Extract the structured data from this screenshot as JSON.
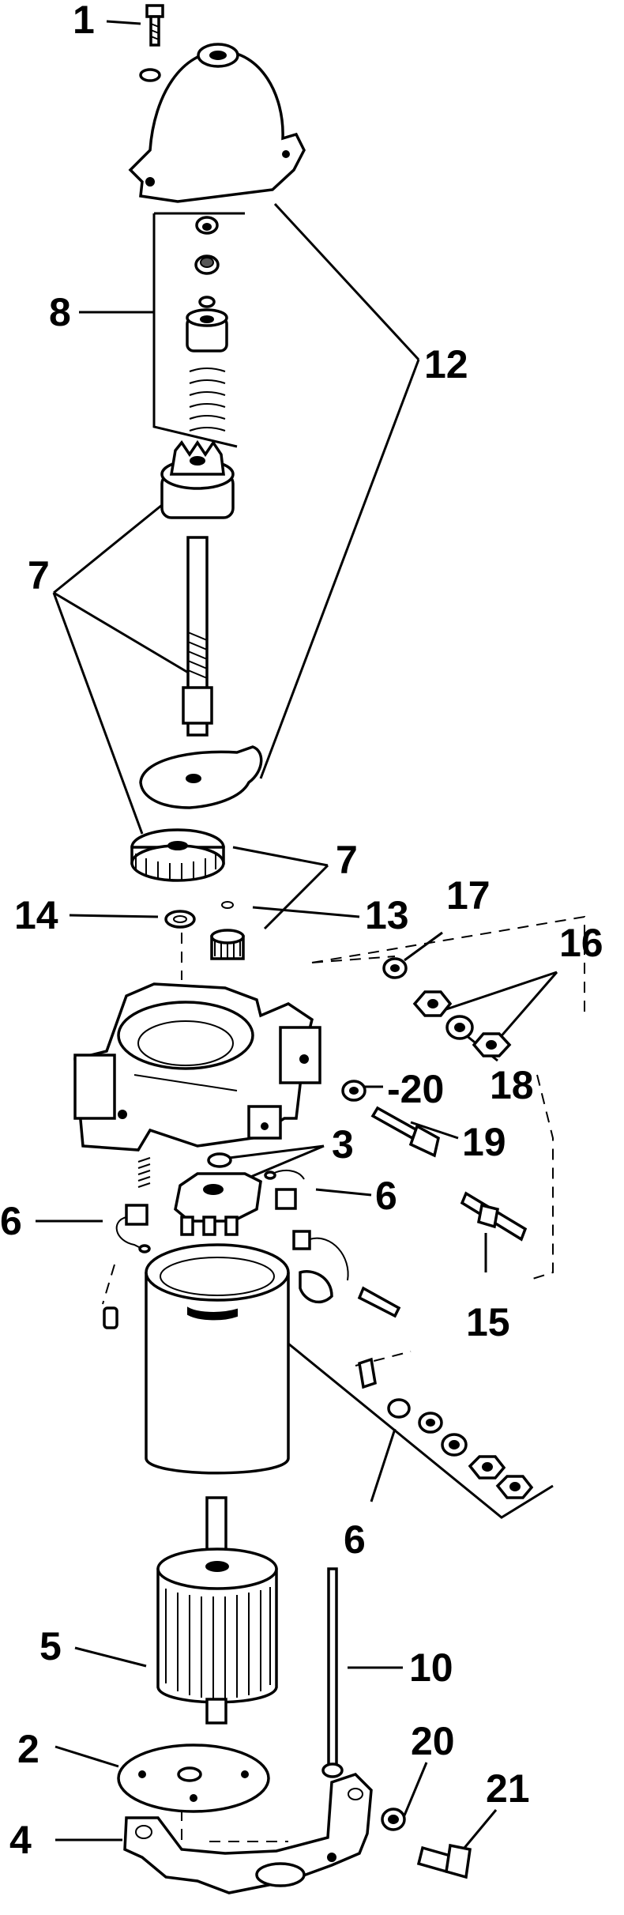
{
  "callouts": [
    {
      "id": "c1",
      "text": "1"
    },
    {
      "id": "c8",
      "text": "8"
    },
    {
      "id": "c12",
      "text": "12"
    },
    {
      "id": "c7a",
      "text": "7"
    },
    {
      "id": "c7b",
      "text": "7"
    },
    {
      "id": "c14",
      "text": "14"
    },
    {
      "id": "c13",
      "text": "13"
    },
    {
      "id": "c17",
      "text": "17"
    },
    {
      "id": "c16",
      "text": "16"
    },
    {
      "id": "c18",
      "text": "18"
    },
    {
      "id": "c20a",
      "text": "-20"
    },
    {
      "id": "c19",
      "text": "19"
    },
    {
      "id": "c3",
      "text": "3"
    },
    {
      "id": "c6a",
      "text": "6"
    },
    {
      "id": "c6b",
      "text": "6"
    },
    {
      "id": "c15",
      "text": "15"
    },
    {
      "id": "c6c",
      "text": "6"
    },
    {
      "id": "c5",
      "text": "5"
    },
    {
      "id": "c10",
      "text": "10"
    },
    {
      "id": "c2",
      "text": "2"
    },
    {
      "id": "c20b",
      "text": "20"
    },
    {
      "id": "c21",
      "text": "21"
    },
    {
      "id": "c4",
      "text": "4"
    }
  ]
}
